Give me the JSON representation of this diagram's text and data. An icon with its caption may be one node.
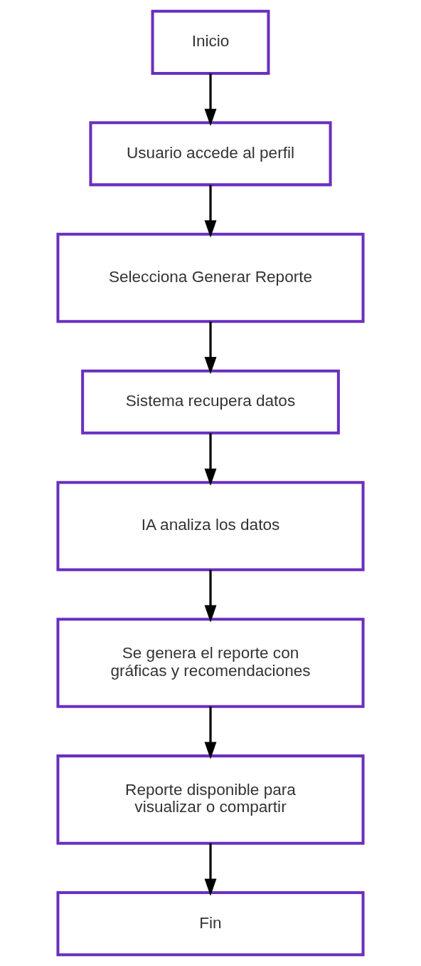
{
  "diagram": {
    "nodes": [
      {
        "text": [
          "Inicio"
        ]
      },
      {
        "text": [
          "Usuario accede al perfil"
        ]
      },
      {
        "text": [
          "Selecciona Generar Reporte"
        ]
      },
      {
        "text": [
          "Sistema recupera datos"
        ]
      },
      {
        "text": [
          "IA analiza los datos"
        ]
      },
      {
        "text": [
          "Se genera el reporte con gráficas y recomendaciones"
        ]
      },
      {
        "text": [
          "Reporte disponible para visualizar o compartir"
        ]
      },
      {
        "text": [
          "Fin"
        ]
      }
    ],
    "edges": [
      {
        "from": 0,
        "to": 1,
        "arrow": "to"
      },
      {
        "from": 1,
        "to": 2,
        "arrow": "to"
      },
      {
        "from": 2,
        "to": 3,
        "arrow": "to"
      },
      {
        "from": 3,
        "to": 4,
        "arrow": "to"
      },
      {
        "from": 4,
        "to": 5,
        "arrow": "to"
      },
      {
        "from": 5,
        "to": 6,
        "arrow": "to"
      },
      {
        "from": 6,
        "to": 7,
        "arrow": "to"
      }
    ]
  }
}
